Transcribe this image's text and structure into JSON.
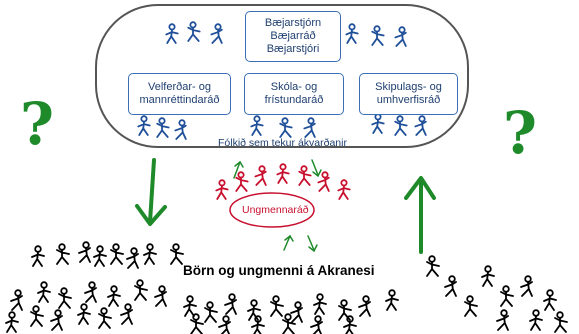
{
  "council": {
    "lines": [
      "Bæjarstjórn",
      "Bæjarráð",
      "Bæjarstjóri"
    ]
  },
  "committees": [
    {
      "lines": [
        "Velferðar- og",
        "mannréttindaráð"
      ]
    },
    {
      "lines": [
        "Skóla- og",
        "frístundaráð"
      ]
    },
    {
      "lines": [
        "Skipulags- og",
        "umhverfisráð"
      ]
    }
  ],
  "decision_makers_label": "Fólkið sem tekur ákvarðanir",
  "youth_council_label": "Ungmennaráð",
  "community_label": "Börn og ungmenni á Akranesi",
  "question_mark": "?",
  "colors": {
    "officials": "#1f4f99",
    "box_border": "#3a6fb5",
    "cloud_border": "#555555",
    "youth": "#c8102e",
    "arrows": "#1e8a2a",
    "community": "#000000"
  }
}
